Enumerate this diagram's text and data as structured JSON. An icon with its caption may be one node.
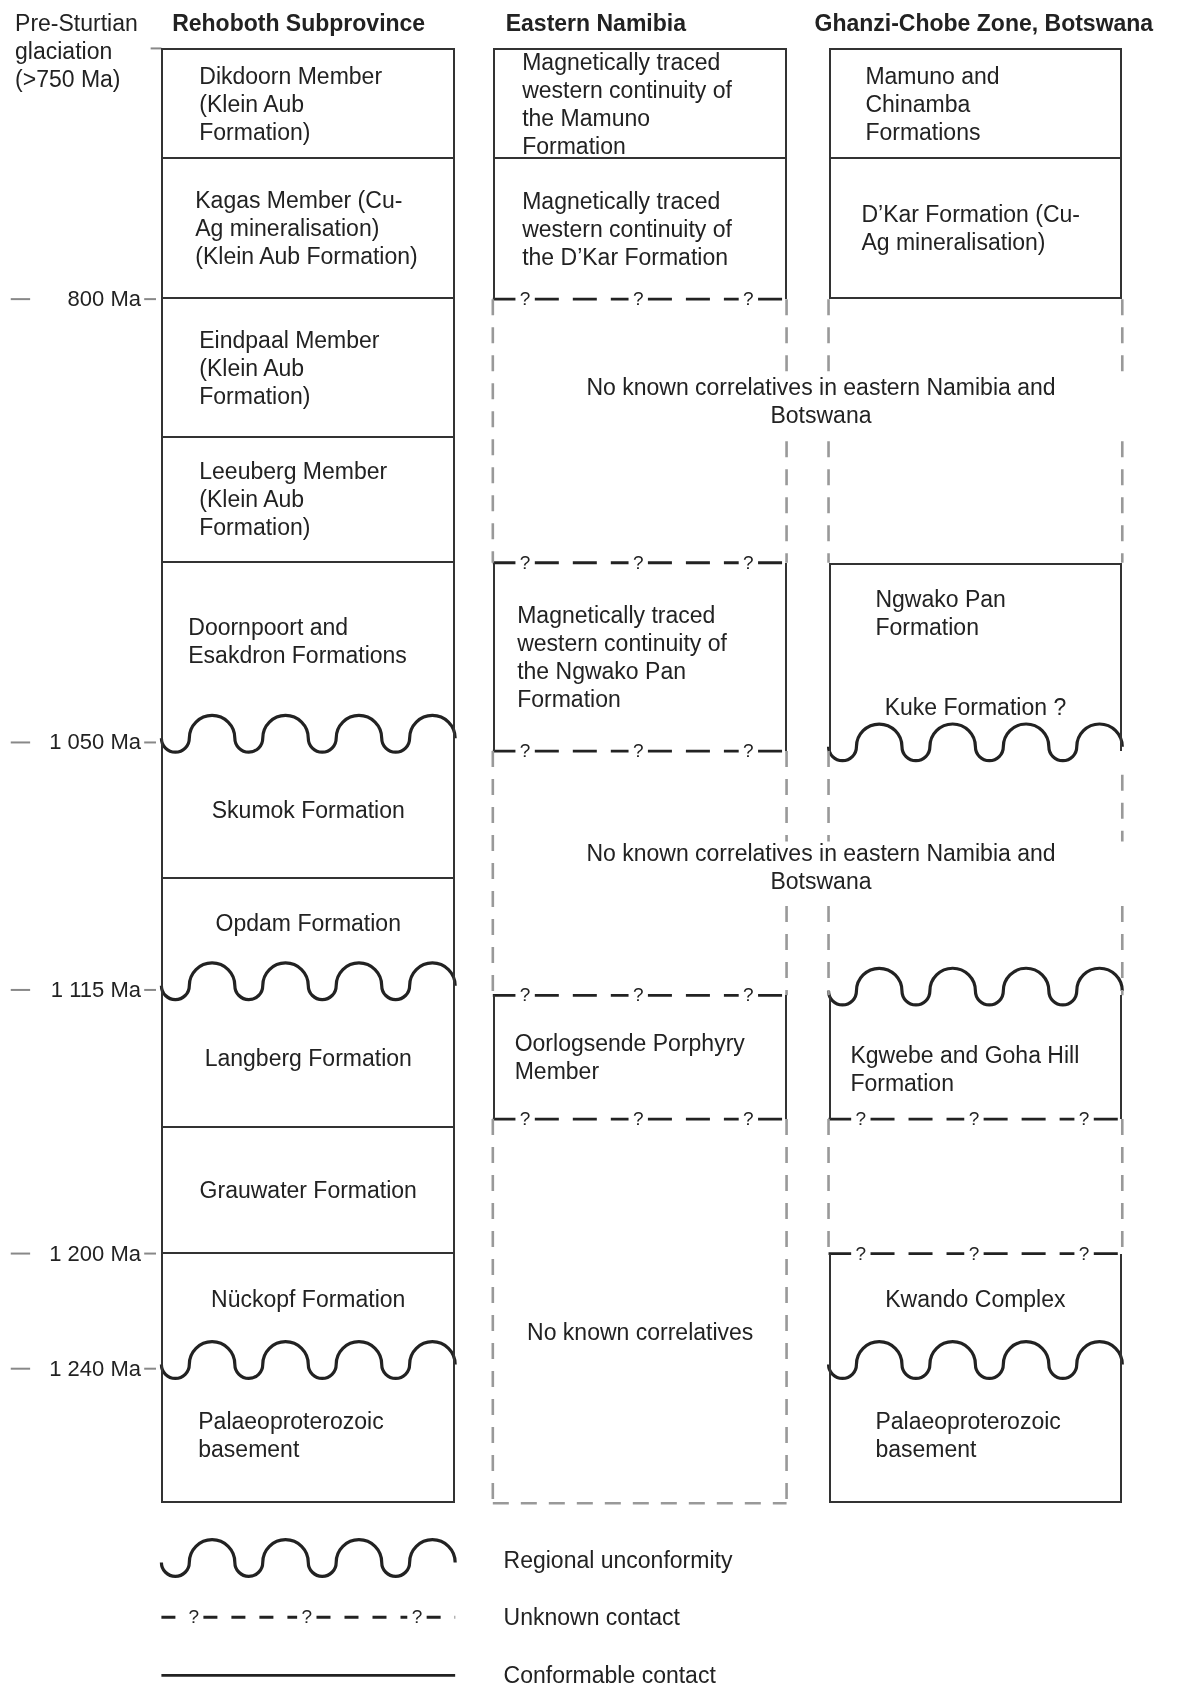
{
  "diagram": {
    "nodes": [
      {
        "text": [
          "Dikdoorn Member (Klein Aub Formation)"
        ]
      },
      {
        "text": [
          "Kagas Member (Cu-Ag mineralisation) (Klein Aub Formation)"
        ]
      },
      {
        "text": [
          "Eindpaal Member (Klein Aub Formation)"
        ]
      },
      {
        "text": [
          "Leeuberg Member (Klein Aub Formation)"
        ]
      },
      {
        "text": [
          "Doornpoort and Esakdron Formations"
        ]
      },
      {
        "text": [
          "Skumok Formation"
        ]
      },
      {
        "text": [
          "Opdam Formation"
        ]
      },
      {
        "text": [
          "Langberg Formation"
        ]
      },
      {
        "text": [
          "Grauwater Formation"
        ]
      },
      {
        "text": [
          "Nückopf Formation"
        ]
      },
      {
        "text": [
          "Palaeoproterozoic basement"
        ]
      },
      {
        "text": [
          "Magnetically traced western continuity of the Mamuno Formation"
        ]
      },
      {
        "text": [
          "Magnetically traced western continuity of the D’Kar Formation"
        ]
      },
      {
        "text": [
          "Magnetically traced western continuity of the Ngwako Pan Formation"
        ]
      },
      {
        "text": [
          "Oorlogsende Porphyry Member"
        ]
      },
      {
        "text": [
          "Mamuno and Chinamba Formations"
        ]
      },
      {
        "text": [
          "D’Kar Formation (Cu-Ag mineralisation)"
        ]
      },
      {
        "text": [
          "Ngwako Pan Formation",
          "Kuke Formation ?"
        ]
      },
      {
        "text": [
          "Kgwebe and Goha Hill Formation"
        ]
      },
      {
        "text": [
          "Kwando Complex"
        ]
      },
      {
        "text": [
          "Palaeoproterozoic basement"
        ]
      }
    ],
    "labels": [
      "Pre-Sturtian glaciation (>750 Ma)",
      "Rehoboth Subprovince",
      "Eastern Namibia",
      "Ghanzi-Chobe Zone, Botswana",
      "800 Ma",
      "?",
      "?",
      "?",
      "No known correlatives in eastern Namibia and Botswana",
      "?",
      "?",
      "?",
      "1 050 Ma",
      "?",
      "?",
      "?",
      "No known correlatives in eastern Namibia and Botswana",
      "1 115 Ma",
      "?",
      "?",
      "?",
      "?",
      "?",
      "?",
      "?",
      "?",
      "?",
      "1 200 Ma",
      "?",
      "?",
      "?",
      "No known correlatives",
      "1 240 Ma",
      "?",
      "?",
      "?"
    ],
    "legend": [
      {
        "text": "Regional unconformity"
      },
      {
        "text": "Unknown contact"
      },
      {
        "text": "Conformable contact"
      }
    ]
  }
}
